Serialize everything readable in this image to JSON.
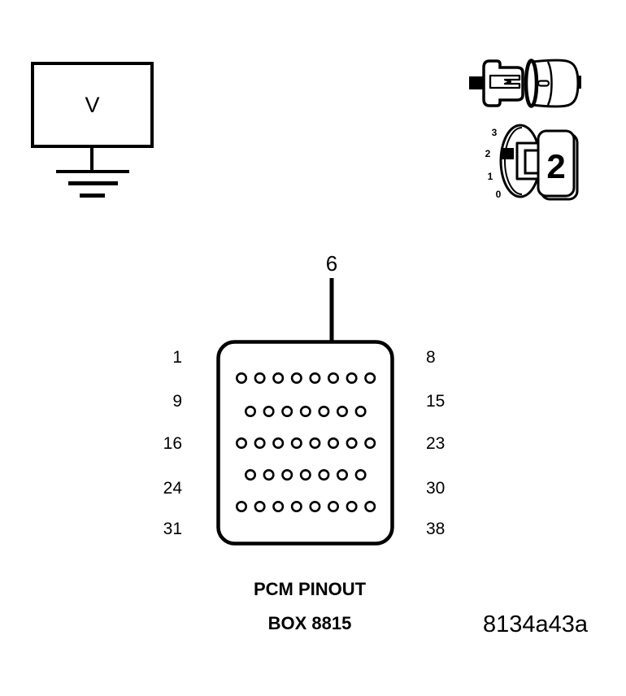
{
  "colors": {
    "ink": "#000000",
    "background": "#ffffff"
  },
  "voltmeter": {
    "label": "V"
  },
  "dial_icon": {
    "scale_labels": [
      "3",
      "2",
      "1",
      "0"
    ],
    "selected_position": "2",
    "display_value": "2"
  },
  "pinout": {
    "callout_pin_label": "6",
    "left_row_labels": [
      "1",
      "9",
      "16",
      "24",
      "31"
    ],
    "right_row_labels": [
      "8",
      "15",
      "23",
      "30",
      "38"
    ],
    "pin_rows": [
      8,
      7,
      8,
      7,
      8
    ],
    "caption_line1": "PCM PINOUT",
    "caption_line2": "BOX 8815"
  },
  "figure_id": "8134a43a"
}
